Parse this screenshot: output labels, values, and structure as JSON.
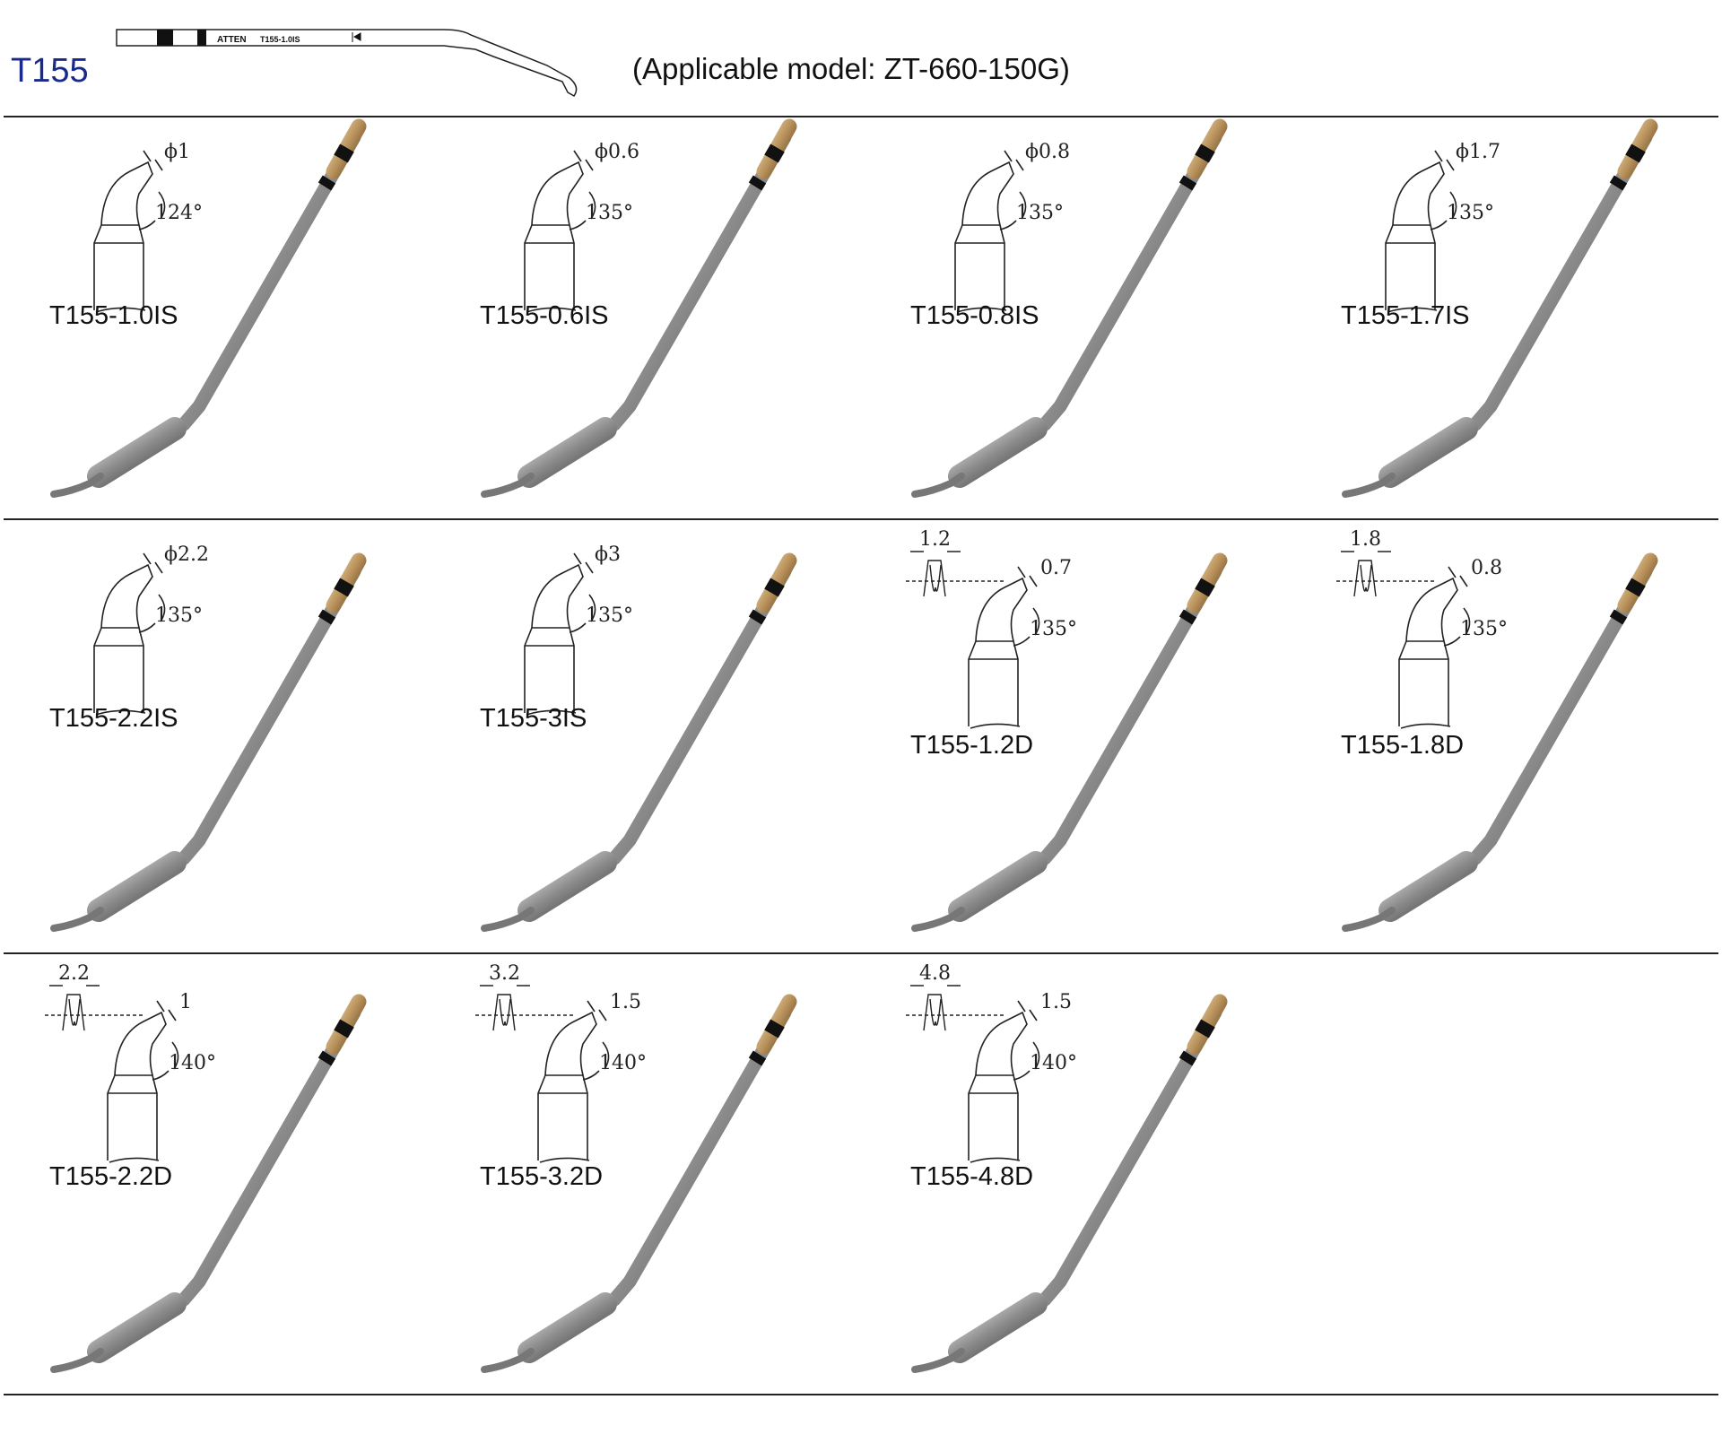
{
  "header": {
    "series": "T155",
    "model_note": "(Applicable model: ZT-660-150G)",
    "drawing_brand": "ATTEN",
    "drawing_label": "T155-1.0IS"
  },
  "colors": {
    "series_title": "#1a2a8a",
    "gold": "#b8915a",
    "steel": "#9a9a9a"
  },
  "tips": [
    {
      "name": "T155-1.0IS",
      "type": "IS",
      "dia": "ϕ1",
      "angle": "124°"
    },
    {
      "name": "T155-0.6IS",
      "type": "IS",
      "dia": "ϕ0.6",
      "angle": "135°"
    },
    {
      "name": "T155-0.8IS",
      "type": "IS",
      "dia": "ϕ0.8",
      "angle": "135°"
    },
    {
      "name": "T155-1.7IS",
      "type": "IS",
      "dia": "ϕ1.7",
      "angle": "135°"
    },
    {
      "name": "T155-2.2IS",
      "type": "IS",
      "dia": "ϕ2.2",
      "angle": "135°"
    },
    {
      "name": "T155-3IS",
      "type": "IS",
      "dia": "ϕ3",
      "angle": "135°"
    },
    {
      "name": "T155-1.2D",
      "type": "D",
      "width": "1.2",
      "thickness": "0.7",
      "angle": "135°"
    },
    {
      "name": "T155-1.8D",
      "type": "D",
      "width": "1.8",
      "thickness": "0.8",
      "angle": "135°"
    },
    {
      "name": "T155-2.2D",
      "type": "D",
      "width": "2.2",
      "thickness": "1",
      "angle": "140°"
    },
    {
      "name": "T155-3.2D",
      "type": "D",
      "width": "3.2",
      "thickness": "1.5",
      "angle": "140°"
    },
    {
      "name": "T155-4.8D",
      "type": "D",
      "width": "4.8",
      "thickness": "1.5",
      "angle": "140°"
    }
  ]
}
